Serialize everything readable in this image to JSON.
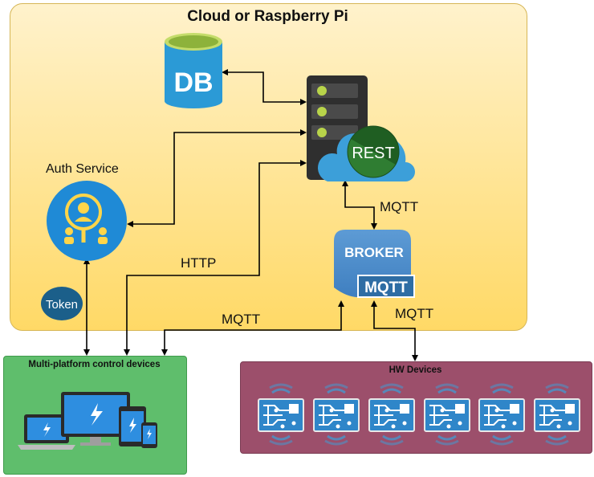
{
  "title": "Cloud or Raspberry Pi",
  "auth_service": "Auth Service",
  "db": "DB",
  "rest": "REST",
  "broker": "BROKER",
  "broker_mqtt": "MQTT",
  "token": "Token",
  "links": {
    "http": "HTTP",
    "mqtt_server_broker": "MQTT",
    "mqtt_devices_broker": "MQTT",
    "mqtt_broker_hw": "MQTT"
  },
  "control_devices": "Multi-platform control devices",
  "hw_devices": "HW Devices"
}
